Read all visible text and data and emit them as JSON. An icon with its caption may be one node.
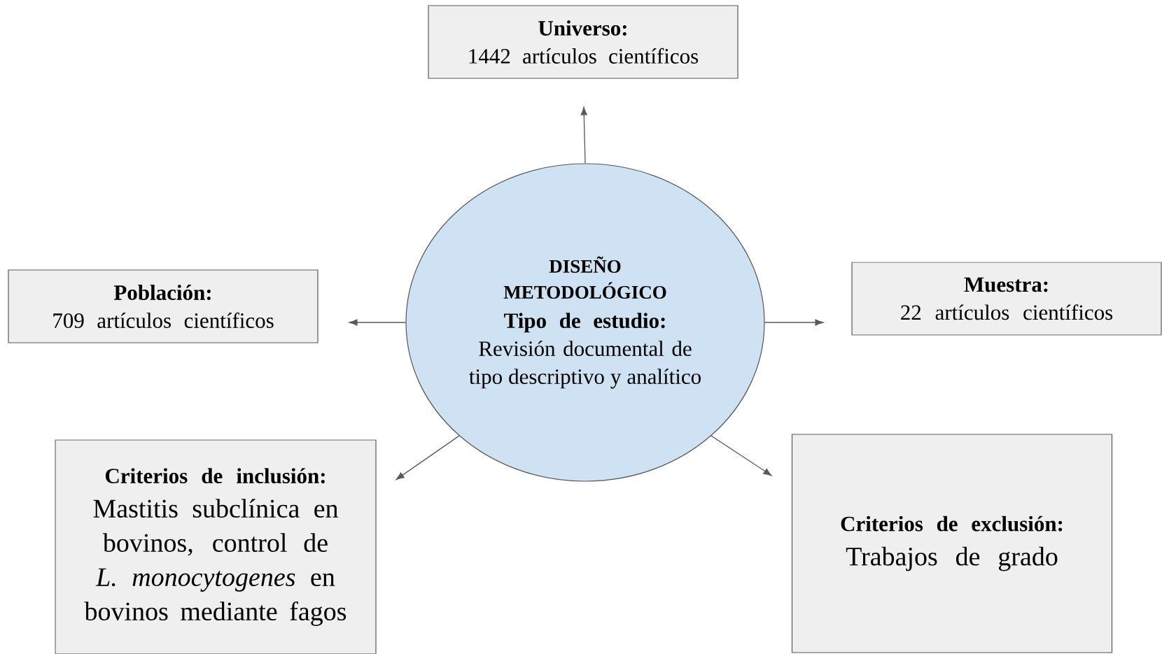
{
  "diagram": {
    "nodes": [
      {
        "text": [
          "Universo:",
          "1442 artículos científicos"
        ]
      },
      {
        "text": [
          "DISEÑO METODOLÓGICO",
          "Tipo de estudio:",
          "Revisión documental de tipo descriptivo y analítico"
        ]
      },
      {
        "text": [
          "Población:",
          "709 artículos científicos"
        ]
      },
      {
        "text": [
          "Muestra:",
          "22 artículos científicos"
        ]
      },
      {
        "text": [
          "Criterios de inclusión:",
          "Mastitis subclínica en bovinos, control de *L. monocytogenes* en bovinos mediante fagos"
        ]
      },
      {
        "text": [
          "Criterios de exclusión:",
          "Trabajos de grado"
        ]
      }
    ],
    "edges": [
      {
        "from": 1,
        "to": 0,
        "arrow": "to"
      },
      {
        "from": 1,
        "to": 2,
        "arrow": "to"
      },
      {
        "from": 1,
        "to": 3,
        "arrow": "to"
      },
      {
        "from": 1,
        "to": 4,
        "arrow": "to"
      },
      {
        "from": 1,
        "to": 5,
        "arrow": "to"
      }
    ]
  }
}
